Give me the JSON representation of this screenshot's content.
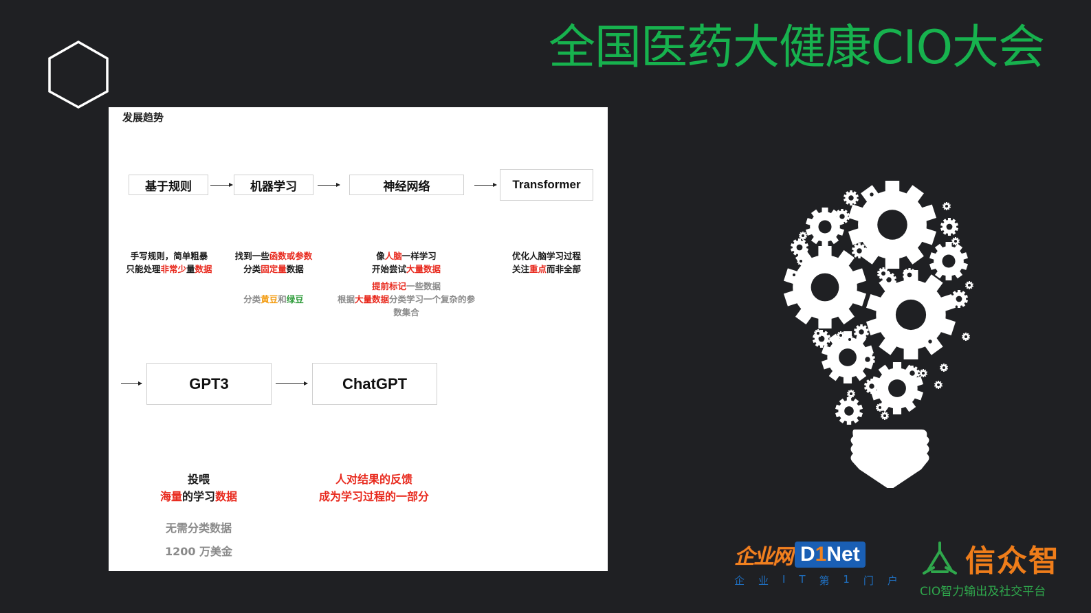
{
  "slide": {
    "title": "全国医药大健康CIO大会",
    "title_color": "#17b24e",
    "background_color": "#1f2023",
    "decor_icon": "hexagon-outline-icon"
  },
  "panel": {
    "heading": "发展趋势",
    "nodes": [
      {
        "label": "基于规则"
      },
      {
        "label": "机器学习"
      },
      {
        "label": "神经网络"
      },
      {
        "label": "Transformer"
      },
      {
        "label": "GPT3"
      },
      {
        "label": "ChatGPT"
      }
    ],
    "descriptions": {
      "rules": {
        "line1": "手写规则，简单粗暴",
        "line2_a": "只能处理",
        "line2_b": "非常少",
        "line2_c": "量",
        "line2_d": "数据"
      },
      "ml": {
        "line1_a": "找到一些",
        "line1_b": "函数或参数",
        "line2_a": "分类",
        "line2_b": "固定量",
        "line2_c": "数据",
        "example_a": "分类",
        "example_b": "黄豆",
        "example_c": "和",
        "example_d": "绿豆"
      },
      "nn": {
        "line1_a": "像",
        "line1_b": "人脑",
        "line1_c": "一样学习",
        "line2_a": "开始尝试",
        "line2_b": "大量数据",
        "note1_a": "提前标记",
        "note1_b": "一些数据",
        "note2_a": "根据",
        "note2_b": "大量数据",
        "note2_c": "分类学习一个复杂的参",
        "note3": "数集合"
      },
      "transformer": {
        "line1": "优化人脑学习过程",
        "line2_a": "关注",
        "line2_b": "重点",
        "line2_c": "而非全部"
      },
      "gpt3": {
        "line1": "投喂",
        "line2_a": "海量",
        "line2_b": "的学习",
        "line2_c": "数据",
        "note1": "无需分类数据",
        "note2": "1200 万美金"
      },
      "chatgpt": {
        "line1": "人对结果的反馈",
        "line2": "成为学习过程的一部分"
      }
    },
    "colors": {
      "highlight_red": "#e8291d",
      "highlight_orange": "#f39c12",
      "highlight_green": "#2e9c3a",
      "muted_grey": "#8a8a8a"
    }
  },
  "illustration": {
    "icon": "gear-lightbulb-icon"
  },
  "logos": {
    "d1net": {
      "cn": "企业网",
      "en_prefix": "D",
      "en_one": "1",
      "en_suffix": "Net",
      "tagline": [
        "企",
        "业",
        "I",
        "T",
        "第",
        "1",
        "门",
        "户"
      ]
    },
    "xinzhongzhi": {
      "name": "信众智",
      "tagline": "CIO智力输出及社交平台"
    }
  }
}
